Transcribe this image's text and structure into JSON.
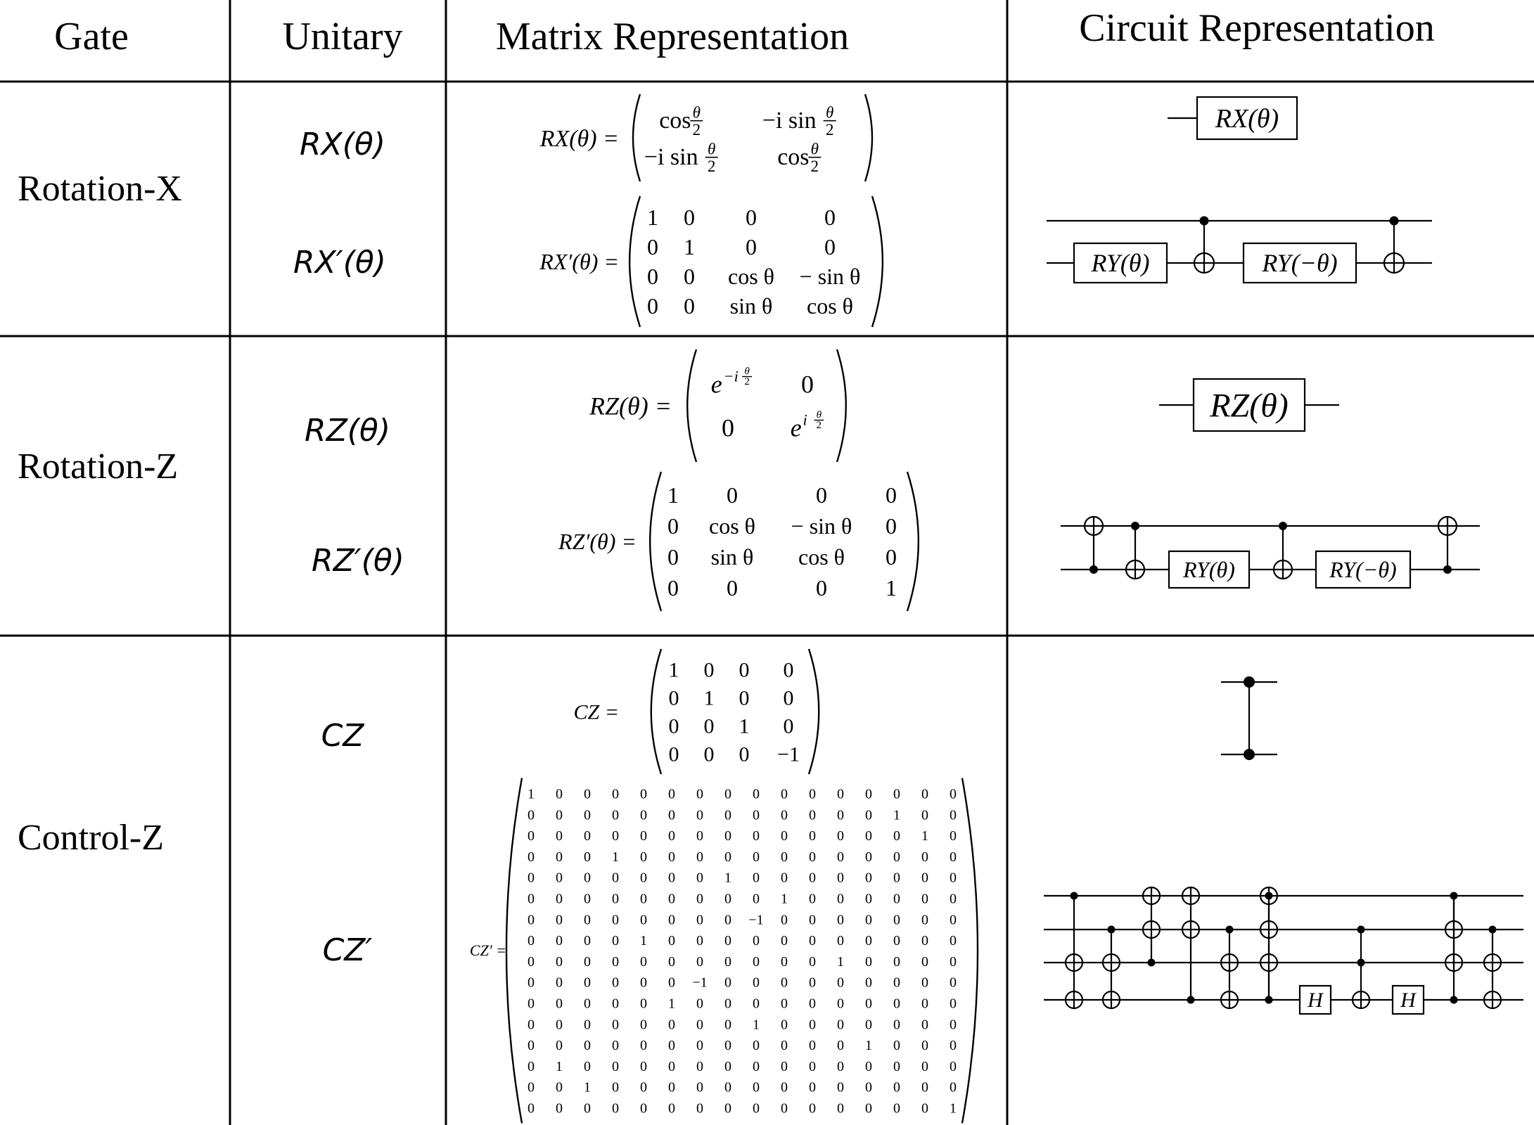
{
  "headers": {
    "gate": "Gate",
    "unitary": "Unitary",
    "matrix": "Matrix Representation",
    "circuit": "Circuit Representation"
  },
  "rows": [
    {
      "gate": "Rotation-X",
      "unitaries": [
        "RX(θ)",
        "RX′(θ)"
      ],
      "matrices": [
        {
          "lhs": "RX(θ) =",
          "cells": [
            [
              "cos θ/2",
              "−i sin θ/2"
            ],
            [
              "−i sin θ/2",
              "cos θ/2"
            ]
          ]
        },
        {
          "lhs": "RX′(θ) =",
          "cells": [
            [
              "1",
              "0",
              "0",
              "0"
            ],
            [
              "0",
              "1",
              "0",
              "0"
            ],
            [
              "0",
              "0",
              "cos θ",
              "− sin θ"
            ],
            [
              "0",
              "0",
              "sin θ",
              "cos θ"
            ]
          ]
        }
      ],
      "circuit_labels": [
        "RX(θ)",
        "RY(θ)",
        "RY(−θ)"
      ]
    },
    {
      "gate": "Rotation-Z",
      "unitaries": [
        "RZ(θ)",
        "RZ′(θ)"
      ],
      "matrices": [
        {
          "lhs": "RZ(θ) =",
          "cells": [
            [
              "e^{−iθ/2}",
              "0"
            ],
            [
              "0",
              "e^{iθ/2}"
            ]
          ]
        },
        {
          "lhs": "RZ′(θ) =",
          "cells": [
            [
              "1",
              "0",
              "0",
              "0"
            ],
            [
              "0",
              "cos θ",
              "− sin θ",
              "0"
            ],
            [
              "0",
              "sin θ",
              "cos θ",
              "0"
            ],
            [
              "0",
              "0",
              "0",
              "1"
            ]
          ]
        }
      ],
      "circuit_labels": [
        "RZ(θ)",
        "RY(θ)",
        "RY(−θ)"
      ]
    },
    {
      "gate": "Control-Z",
      "unitaries": [
        "CZ",
        "CZ′"
      ],
      "matrices": [
        {
          "lhs": "CZ =",
          "cells": [
            [
              "1",
              "0",
              "0",
              "0"
            ],
            [
              "0",
              "1",
              "0",
              "0"
            ],
            [
              "0",
              "0",
              "1",
              "0"
            ],
            [
              "0",
              "0",
              "0",
              "−1"
            ]
          ]
        },
        {
          "lhs": "CZ′ =",
          "cells": [
            [
              "1",
              "0",
              "0",
              "0",
              "0",
              "0",
              "0",
              "0",
              "0",
              "0",
              "0",
              "0",
              "0",
              "0",
              "0",
              "0"
            ],
            [
              "0",
              "0",
              "0",
              "0",
              "0",
              "0",
              "0",
              "0",
              "0",
              "0",
              "0",
              "0",
              "0",
              "1",
              "0",
              "0"
            ],
            [
              "0",
              "0",
              "0",
              "0",
              "0",
              "0",
              "0",
              "0",
              "0",
              "0",
              "0",
              "0",
              "0",
              "0",
              "1",
              "0"
            ],
            [
              "0",
              "0",
              "0",
              "1",
              "0",
              "0",
              "0",
              "0",
              "0",
              "0",
              "0",
              "0",
              "0",
              "0",
              "0",
              "0"
            ],
            [
              "0",
              "0",
              "0",
              "0",
              "0",
              "0",
              "0",
              "1",
              "0",
              "0",
              "0",
              "0",
              "0",
              "0",
              "0",
              "0"
            ],
            [
              "0",
              "0",
              "0",
              "0",
              "0",
              "0",
              "0",
              "0",
              "0",
              "1",
              "0",
              "0",
              "0",
              "0",
              "0",
              "0"
            ],
            [
              "0",
              "0",
              "0",
              "0",
              "0",
              "0",
              "0",
              "0",
              "−1",
              "0",
              "0",
              "0",
              "0",
              "0",
              "0",
              "0"
            ],
            [
              "0",
              "0",
              "0",
              "0",
              "1",
              "0",
              "0",
              "0",
              "0",
              "0",
              "0",
              "0",
              "0",
              "0",
              "0",
              "0"
            ],
            [
              "0",
              "0",
              "0",
              "0",
              "0",
              "0",
              "0",
              "0",
              "0",
              "0",
              "0",
              "1",
              "0",
              "0",
              "0",
              "0"
            ],
            [
              "0",
              "0",
              "0",
              "0",
              "0",
              "0",
              "−1",
              "0",
              "0",
              "0",
              "0",
              "0",
              "0",
              "0",
              "0",
              "0"
            ],
            [
              "0",
              "0",
              "0",
              "0",
              "0",
              "1",
              "0",
              "0",
              "0",
              "0",
              "0",
              "0",
              "0",
              "0",
              "0",
              "0"
            ],
            [
              "0",
              "0",
              "0",
              "0",
              "0",
              "0",
              "0",
              "0",
              "1",
              "0",
              "0",
              "0",
              "0",
              "0",
              "0",
              "0"
            ],
            [
              "0",
              "0",
              "0",
              "0",
              "0",
              "0",
              "0",
              "0",
              "0",
              "0",
              "0",
              "0",
              "1",
              "0",
              "0",
              "0"
            ],
            [
              "0",
              "1",
              "0",
              "0",
              "0",
              "0",
              "0",
              "0",
              "0",
              "0",
              "0",
              "0",
              "0",
              "0",
              "0",
              "0"
            ],
            [
              "0",
              "0",
              "1",
              "0",
              "0",
              "0",
              "0",
              "0",
              "0",
              "0",
              "0",
              "0",
              "0",
              "0",
              "0",
              "0"
            ],
            [
              "0",
              "0",
              "0",
              "0",
              "0",
              "0",
              "0",
              "0",
              "0",
              "0",
              "0",
              "0",
              "0",
              "0",
              "0",
              "1"
            ]
          ]
        }
      ],
      "circuit_labels": [
        "H",
        "H"
      ]
    }
  ]
}
